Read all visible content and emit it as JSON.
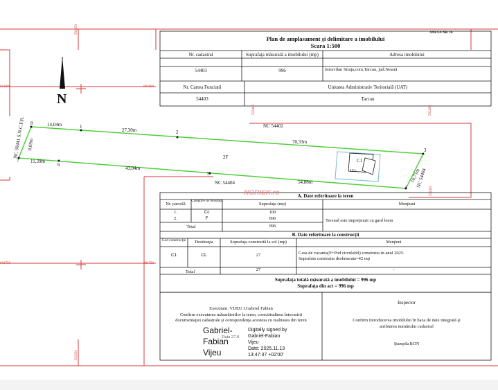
{
  "annex": "ANEXA NR. 16",
  "title": "Plan de amplasament şi delimitare a imobilului",
  "scale": "Scara 1:500",
  "header_table": {
    "h1": "Nr. cadastral",
    "h2": "Suprafaţa măsurată a imobilului (mp)",
    "h3": "Adresa imobilului",
    "v1": "54403",
    "v2": "996",
    "v3": "Intravilan Straja,com.Tarcau, jud.Neamt",
    "h4": "Nr. Cartea Funciară",
    "h5": "Unitatea Administrativ Teritorială (UAT)",
    "v4": "54403",
    "v5": "Tarcau"
  },
  "grid_labels": {
    "top1": "593350",
    "top2": "593400",
    "top3": "593450",
    "left1": "601800",
    "left2": "601800",
    "left3": "601750",
    "left4": "601750",
    "bot1": "593350"
  },
  "plan": {
    "north": "N",
    "nc_top": "NC 54402",
    "nc_bottom": "NC 54404",
    "nc_left": "NC 58441 S.N.C.F.R.",
    "nc_right": "NC 54404",
    "parcel_label": "2F",
    "building_label": "C1",
    "building_sub": "1Cc",
    "watermark": "NORISK.ro",
    "points": [
      "1",
      "2",
      "3",
      "4",
      "5",
      "6",
      "7",
      "8"
    ],
    "dist_8_1": "14,04m",
    "dist_1_2": "27,30m",
    "dist_2_3": "70,33m",
    "dist_3_4": "10,71m",
    "dist_4_5": "54,88m",
    "dist_5_6": "43,04m",
    "dist_6_7": "11,39m",
    "dist_7_8": "9,09m"
  },
  "section_a": {
    "title": "A. Date referitoare la teren",
    "col1": "Nr. parcelă",
    "col2": "Categorie de folosinţă",
    "col3": "Suprafaţa (mp)",
    "col4": "Menţiuni",
    "r1_nr": "1.",
    "r1_cat": "Cc",
    "r1_area": "100",
    "r2_nr": "2.",
    "r2_cat": "F",
    "r2_area": "896",
    "total_label": "Total",
    "total_area": "996",
    "mention": "Terenul este imprejmuit cu   gard lemn"
  },
  "section_b": {
    "title": "B. Date referitoare la construcţii",
    "col1": "Cod construcţie",
    "col2": "Destinaţia",
    "col3": "Suprafaţa construită la sol (mp)",
    "col4": "Menţiuni",
    "r1_code": "C1",
    "r1_dest": "CL",
    "r1_area": "27",
    "r1_mention1": "Casa de vacanta(P+Pod circulabil) construita in anul 2025.",
    "r1_mention2": "Suprafata construita desfasurata=42 mp",
    "total_label": "Total",
    "total_area": "27",
    "total_mention": "-"
  },
  "totals": {
    "line1": "Suprafaţa totală măsurată a imobilului = 996 mp",
    "line2": "Suprafaţa din act = 996 mp"
  },
  "executant": {
    "line1": "Executant :VIJEU I.Gabriel Fabian",
    "line2": "Confirm executarea măsurătorilor la teren, corectitudinea întocmirii",
    "line3": "documentaţiei cadastrale şi corespondenţa acesteia cu realitatea din teren",
    "date_hint": "Data 27.0",
    "sig_name1": "Gabriel-",
    "sig_name2": "Fabian",
    "sig_name3": "Vijeu",
    "sig_d1": "Digitally signed by",
    "sig_d2": "Gabriel-Fabian",
    "sig_d3": "Vijeu",
    "sig_d4": "Date: 2025.11.13",
    "sig_d5": "13:47:37 +02'00'"
  },
  "inspector": {
    "title": "Inspector",
    "line1": "Confirm introducerea imobilului în baza de date integrată şi",
    "line2": "atribuirea numărului cadastral",
    "stamp": "Ştampila BCPI"
  },
  "colors": {
    "red_line": "#d63a3a",
    "green_line": "#4fcf3a",
    "cyan_outline": "#6fb8d8",
    "watermark": "#e35a5a"
  }
}
